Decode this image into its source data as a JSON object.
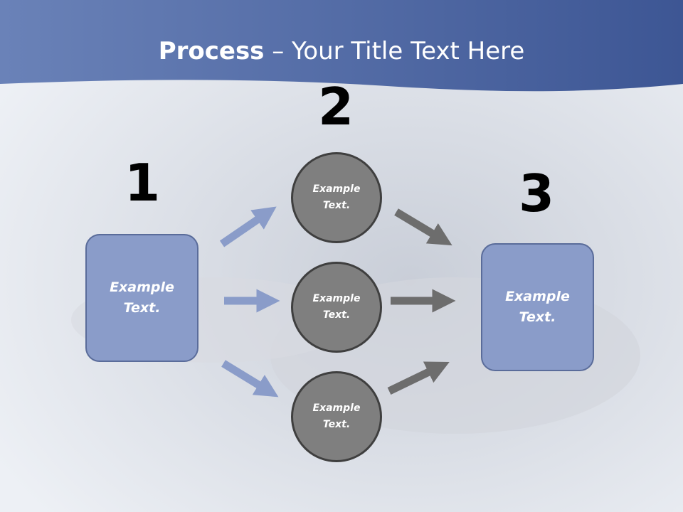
{
  "title": {
    "bold": "Process",
    "rest": " – Your Title Text Here"
  },
  "steps": [
    {
      "number": "1",
      "label": "Example Text."
    },
    {
      "number": "2",
      "items": [
        "Example Text.",
        "Example Text.",
        "Example Text."
      ]
    },
    {
      "number": "3",
      "label": "Example Text."
    }
  ],
  "colors": {
    "header": "#4f68a6",
    "box": "#8a9cc9",
    "circle": "#7f7f7f",
    "blue_arrow": "#8a9cc9",
    "gray_arrow": "#6d6d6d"
  }
}
